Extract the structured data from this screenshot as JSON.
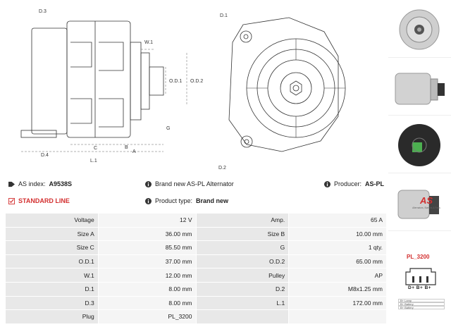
{
  "drawing": {
    "labels": {
      "d3": "D.3",
      "d4": "D.4",
      "w1": "W.1",
      "od1": "O.D.1",
      "od2": "O.D.2",
      "g": "G",
      "b": "B",
      "a": "A",
      "c": "C",
      "l1": "L.1",
      "d1": "D.1",
      "d2": "D.2"
    }
  },
  "info": {
    "as_index_label": "AS index:",
    "as_index_value": "A9538S",
    "standard_line": "STANDARD LINE",
    "brand_text": "Brand new AS-PL Alternator",
    "product_type_label": "Product type:",
    "product_type_value": "Brand new",
    "producer_label": "Producer:",
    "producer_value": "AS-PL"
  },
  "logo": {
    "mark": "AS",
    "tagline": "Alternators, Starters & Parts"
  },
  "specs": [
    {
      "k1": "Voltage",
      "v1": "12 V",
      "k2": "Amp.",
      "v2": "65 A"
    },
    {
      "k1": "Size A",
      "v1": "36.00 mm",
      "k2": "Size B",
      "v2": "10.00 mm"
    },
    {
      "k1": "Size C",
      "v1": "85.50 mm",
      "k2": "G",
      "v2": "1 qty."
    },
    {
      "k1": "O.D.1",
      "v1": "37.00 mm",
      "k2": "O.D.2",
      "v2": "65.00 mm"
    },
    {
      "k1": "W.1",
      "v1": "12.00 mm",
      "k2": "Pulley",
      "v2": "AP"
    },
    {
      "k1": "D.1",
      "v1": "8.00 mm",
      "k2": "D.2",
      "v2": "M8x1.25 mm"
    },
    {
      "k1": "D.3",
      "v1": "8.00 mm",
      "k2": "L.1",
      "v2": "172.00 mm"
    },
    {
      "k1": "Plug",
      "v1": "PL_3200",
      "k2": "",
      "v2": ""
    }
  ],
  "plug": {
    "code": "PL_3200",
    "terminals": "D+ B+ B+",
    "legend": [
      "B+  Lamp",
      "B+  Battery",
      "B+  Battery"
    ]
  },
  "colors": {
    "accent": "#d32f2f",
    "key_bg": "#e8e8e8",
    "val_bg": "#f5f5f5"
  }
}
